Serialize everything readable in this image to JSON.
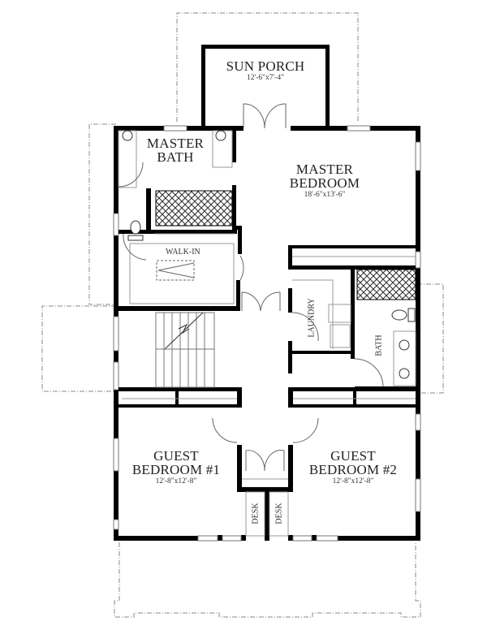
{
  "plan": {
    "type": "second-floor plan",
    "colors": {
      "wall": "#000000",
      "window": "#9a9a9a",
      "dashed_outline": "#888888",
      "text": "#222222",
      "background": "#ffffff"
    }
  },
  "rooms": {
    "sun_porch": {
      "name": "SUN PORCH",
      "dims": "12'-6\"x7'-4\""
    },
    "master_bedroom": {
      "name_line1": "MASTER",
      "name_line2": "BEDROOM",
      "dims": "18'-6\"x13'-6\""
    },
    "master_bath": {
      "name_line1": "MASTER",
      "name_line2": "BATH"
    },
    "walk_in": {
      "name": "WALK-IN"
    },
    "laundry": {
      "name": "LAUNDRY"
    },
    "bath": {
      "name": "BATH"
    },
    "guest_bedroom_1": {
      "name_line1": "GUEST",
      "name_line2": "BEDROOM #1",
      "dims": "12'-8\"x12'-8\""
    },
    "guest_bedroom_2": {
      "name_line1": "GUEST",
      "name_line2": "BEDROOM #2",
      "dims": "12'-8\"x12'-8\""
    },
    "desk_left": {
      "name": "DESK"
    },
    "desk_right": {
      "name": "DESK"
    }
  }
}
